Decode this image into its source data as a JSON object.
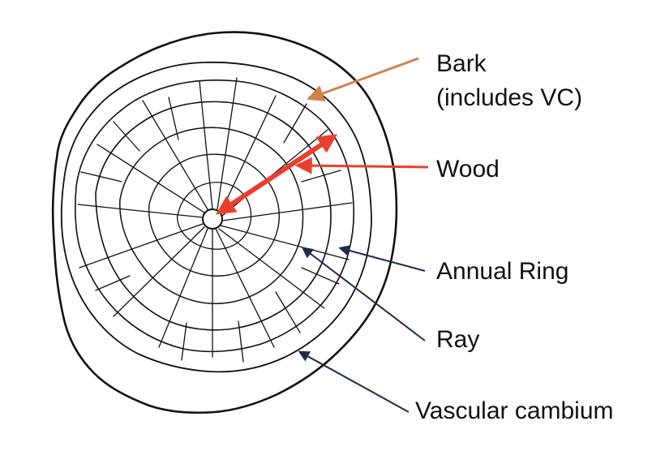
{
  "labels": {
    "bark_line1": "Bark",
    "bark_line2": "(includes VC)",
    "wood": "Wood",
    "annual_ring": "Annual Ring",
    "ray": "Ray",
    "vascular_cambium": "Vascular cambium"
  },
  "colors": {
    "bark_arrow": "#d2824a",
    "wood_arrow": "#e8402f",
    "label_arrow": "#1f2d4a",
    "ink": "#111111"
  },
  "icons": {
    "tree_cross_section": "tree-trunk-cross-section-drawing"
  }
}
